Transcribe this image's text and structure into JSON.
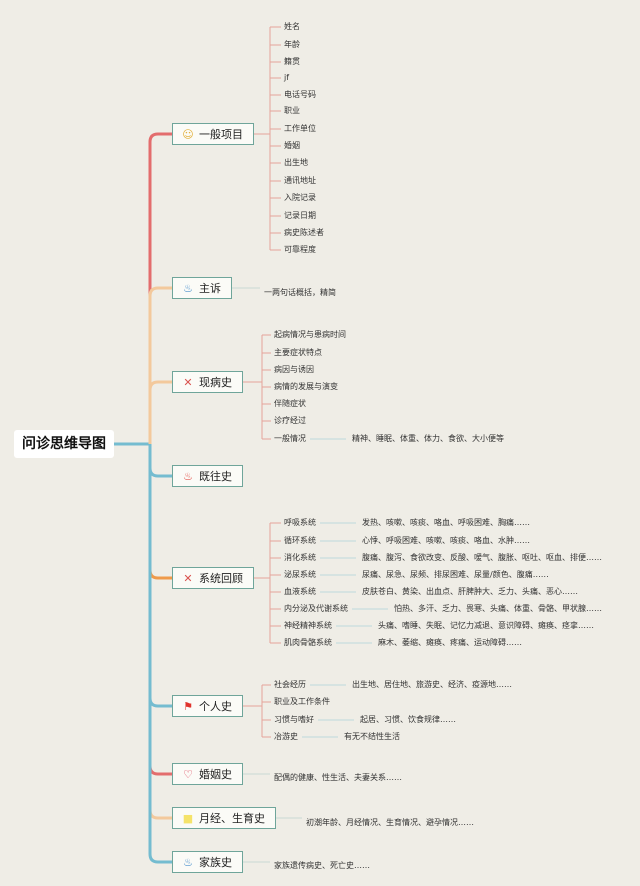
{
  "root": {
    "label": "问诊思维导图"
  },
  "categories": [
    {
      "id": "general",
      "label": "一般项目",
      "icon": "☺",
      "icon_name": "smiley-icon",
      "icon_color": "#e2b13c",
      "line_color": "#e36d6d",
      "items": [
        {
          "label": "姓名"
        },
        {
          "label": "年龄"
        },
        {
          "label": "籍贯"
        },
        {
          "label": "jf"
        },
        {
          "label": "电话号码"
        },
        {
          "label": "职业"
        },
        {
          "label": "工作单位"
        },
        {
          "label": "婚姻"
        },
        {
          "label": "出生地"
        },
        {
          "label": "通讯地址"
        },
        {
          "label": "入院记录"
        },
        {
          "label": "记录日期"
        },
        {
          "label": "病史陈述者"
        },
        {
          "label": "可靠程度"
        }
      ]
    },
    {
      "id": "complaint",
      "label": "主诉",
      "icon": "♨",
      "icon_name": "flame-icon",
      "icon_color": "#3a86c8",
      "line_color": "#f3c99c",
      "items": [
        {
          "label": "一两句话概括，精简"
        }
      ]
    },
    {
      "id": "present",
      "label": "现病史",
      "icon": "✕",
      "icon_name": "tools-icon",
      "icon_color": "#d9534f",
      "line_color": "#f3c99c",
      "items": [
        {
          "label": "起病情况与患病时间"
        },
        {
          "label": "主要症状特点"
        },
        {
          "label": "病因与诱因"
        },
        {
          "label": "病情的发展与演变"
        },
        {
          "label": "伴随症状"
        },
        {
          "label": "诊疗经过"
        },
        {
          "label": "一般情况",
          "detail": "精神、睡眠、体重、体力、食欲、大小便等"
        }
      ]
    },
    {
      "id": "past",
      "label": "既往史",
      "icon": "♨",
      "icon_name": "fire-icon",
      "icon_color": "#e0443c",
      "line_color": "#74bcd0",
      "items": []
    },
    {
      "id": "review",
      "label": "系统回顾",
      "icon": "✕",
      "icon_name": "tools-icon",
      "icon_color": "#d9534f",
      "line_color": "#ef9a4a",
      "items": [
        {
          "label": "呼吸系统",
          "detail": "发热、咳嗽、咳痰、咯血、呼吸困难、胸痛……"
        },
        {
          "label": "循环系统",
          "detail": "心悸、呼吸困难、咳嗽、咳痰、咯血、水肿……"
        },
        {
          "label": "消化系统",
          "detail": "腹痛、腹泻、食欲改变、反酸、嗳气、腹胀、呕吐、呕血、排便……"
        },
        {
          "label": "泌尿系统",
          "detail": "尿痛、尿急、尿频、排尿困难、尿量/颜色、腹痛……"
        },
        {
          "label": "血液系统",
          "detail": "皮肤苍白、黄染、出血点、肝脾肿大、乏力、头痛、恶心……"
        },
        {
          "label": "内分泌及代谢系统",
          "detail": "怕热、多汗、乏力、畏寒、头痛、体重、骨骼、甲状腺……"
        },
        {
          "label": "神经精神系统",
          "detail": "头痛、嗜睡、失眠、记忆力减退、意识障碍、瘫痪、痉挛……"
        },
        {
          "label": "肌肉骨骼系统",
          "detail": "麻木、萎缩、瘫痪、疼痛、运动障碍……"
        }
      ]
    },
    {
      "id": "personal",
      "label": "个人史",
      "icon": "⚑",
      "icon_name": "flag-icon",
      "icon_color": "#e0332c",
      "line_color": "#74bcd0",
      "items": [
        {
          "label": "社会经历",
          "detail": "出生地、居住地、旅游史、经济、疫源地……"
        },
        {
          "label": "职业及工作条件"
        },
        {
          "label": "习惯与嗜好",
          "detail": "起居、习惯、饮食规律……"
        },
        {
          "label": "冶游史",
          "detail": "有无不结性生活"
        }
      ]
    },
    {
      "id": "marriage",
      "label": "婚姻史",
      "icon": "♡",
      "icon_name": "heart-icon",
      "icon_color": "#d9334c",
      "line_color": "#e36d6d",
      "items": [
        {
          "label": "配偶的健康、性生活、夫妻关系……"
        }
      ]
    },
    {
      "id": "menstrual",
      "label": "月经、生育史",
      "icon": "■",
      "icon_name": "square-icon",
      "icon_color": "#f5e36a",
      "line_color": "#f3c99c",
      "items": [
        {
          "label": "初潮年龄、月经情况、生育情况、避孕情况……"
        }
      ]
    },
    {
      "id": "family",
      "label": "家族史",
      "icon": "♨",
      "icon_name": "flame-icon",
      "icon_color": "#3a86c8",
      "line_color": "#74bcd0",
      "items": [
        {
          "label": "家族遗传病史、死亡史……"
        }
      ]
    }
  ]
}
